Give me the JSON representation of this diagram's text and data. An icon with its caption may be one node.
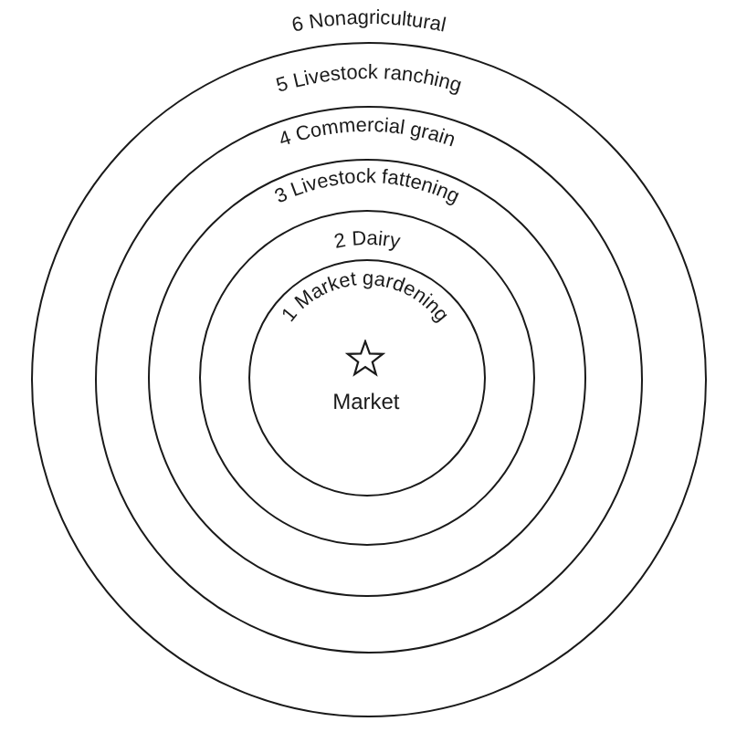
{
  "diagram": {
    "nodes": [
      {
        "text": [
          "5 Livestock ranching"
        ]
      },
      {
        "text": [
          "4 Commercial grain"
        ],
        "in": 0
      },
      {
        "text": [
          "3 Livestock fattening"
        ],
        "in": 1
      },
      {
        "text": [
          "2 Dairy"
        ],
        "in": 2
      },
      {
        "text": [
          "1 Market gardening"
        ],
        "in": 3
      },
      {
        "text": [
          "Market"
        ],
        "in": 4
      }
    ],
    "labels": [
      "6 Nonagricultural"
    ]
  }
}
